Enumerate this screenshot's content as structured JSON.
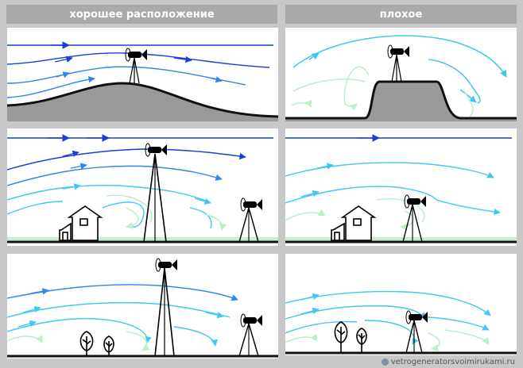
{
  "headers": {
    "good": "хорошее расположение",
    "bad": "плохое"
  },
  "watermark": "vetrogeneratorsvoimirukami.ru",
  "colors": {
    "background": "#c8c8c8",
    "header_bg": "#a9a9a9",
    "panel_bg": "#ffffff",
    "wind_strong": "#1a3fd6",
    "wind_medium": "#2e86f0",
    "wind_light": "#3ec8f2",
    "turbulence": "#b8f0c8",
    "ground": "#111111",
    "hill": "#9a9a9a",
    "grass": "#c8eecf"
  },
  "panels": [
    {
      "id": "hill-good",
      "column": "good",
      "scene": "turbine on top of a rounded hill"
    },
    {
      "id": "plateau-bad",
      "column": "bad",
      "scene": "turbine on a flat-topped hill with steep sides"
    },
    {
      "id": "house-good",
      "column": "good",
      "scene": "tall tower well above house and short tower far downwind"
    },
    {
      "id": "house-bad",
      "column": "bad",
      "scene": "short tower just behind a house"
    },
    {
      "id": "trees-good",
      "column": "good",
      "scene": "tall tower above trees and short tower far downwind"
    },
    {
      "id": "trees-bad",
      "column": "bad",
      "scene": "short tower just behind trees"
    }
  ]
}
